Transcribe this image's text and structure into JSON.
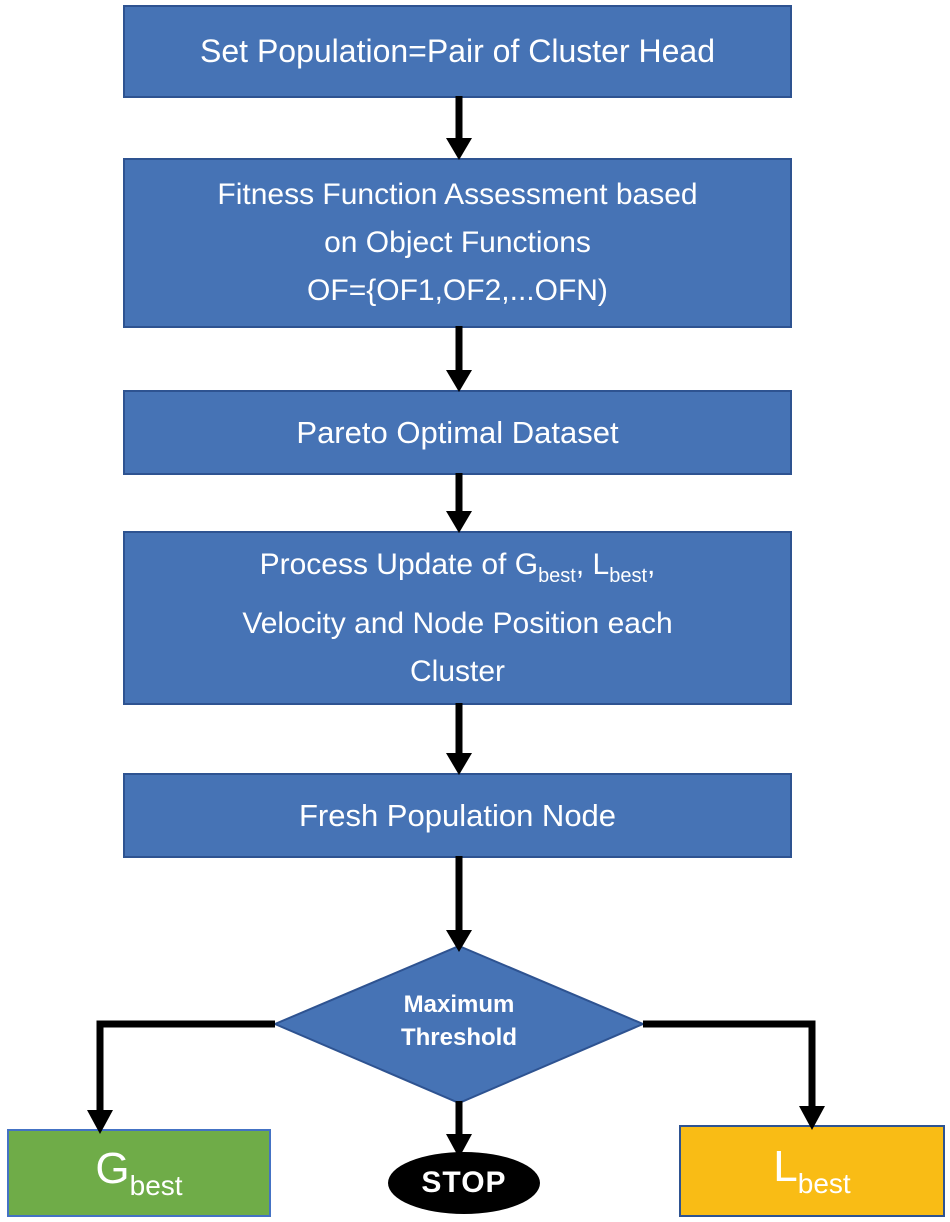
{
  "title": "Particle swarm optimization clustering flowchart",
  "colors": {
    "blue-fill": "#4673B5",
    "blue-border": "#2E5391",
    "green-fill": "#6FAC48",
    "green-border": "#4472C4",
    "yellow-fill": "#F9BC15",
    "yellow-border": "#2E5391",
    "black": "#000000",
    "text-white": "#FFFFFF"
  },
  "nodes": {
    "set_population": {
      "label": "Set Population=Pair of Cluster Head"
    },
    "fitness": {
      "lines": [
        "Fitness Function Assessment based",
        "on Object Functions",
        "OF={OF1,OF2,...OFN)"
      ]
    },
    "pareto": {
      "label": "Pareto Optimal Dataset"
    },
    "process_update": {
      "p1": "Process Update of G",
      "sub1": "best",
      "p2": ", L",
      "sub2": "best",
      "p3": ",",
      "line2": "Velocity and Node Position each",
      "line3": "Cluster"
    },
    "fresh_population": {
      "label": "Fresh Population Node"
    },
    "decision": {
      "line1": "Maximum",
      "line2": "Threshold"
    },
    "gbest": {
      "main": "G",
      "sub": "best"
    },
    "stop": {
      "label": "STOP"
    },
    "lbest": {
      "main": "L",
      "sub": "best"
    }
  }
}
